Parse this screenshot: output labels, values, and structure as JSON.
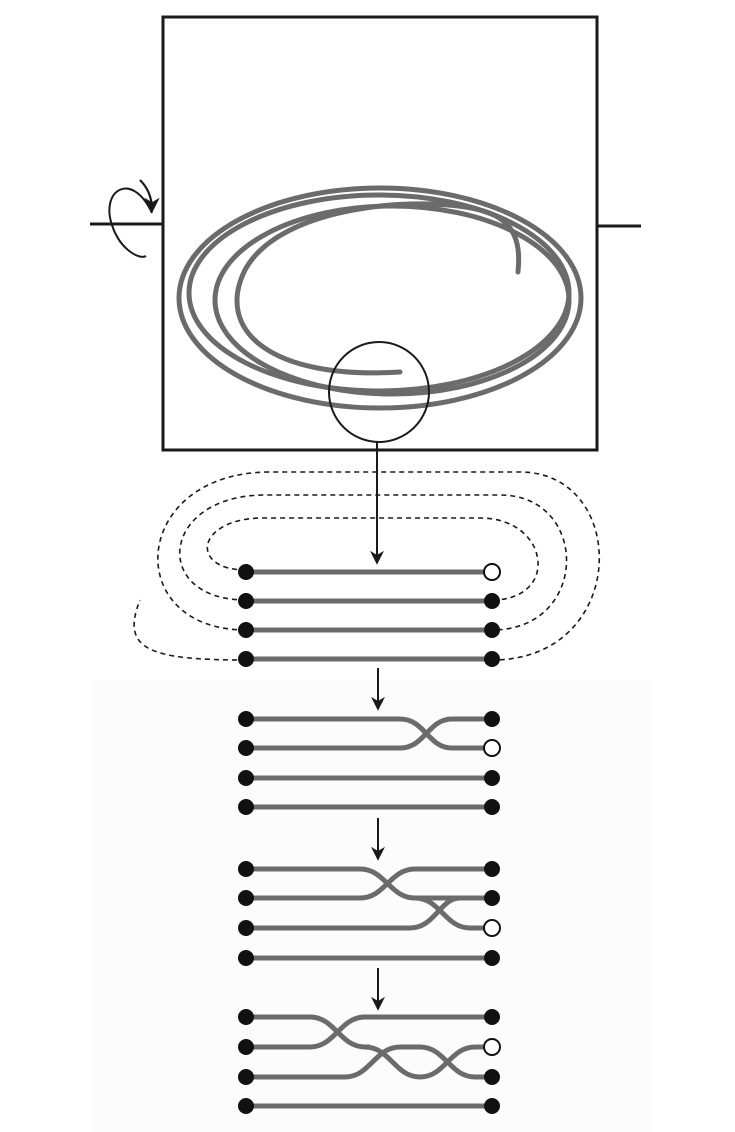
{
  "diagram": {
    "description_text": "",
    "colors": {
      "strand": "#6b6b6b",
      "outline": "#1a1a1a",
      "open_end": "#ffffff"
    },
    "icons": [
      "rotation-arrow-icon",
      "magnifier-circle-icon",
      "down-arrow-icon"
    ],
    "stages": [
      {
        "name": "coiled-strand-box",
        "strands": 4
      },
      {
        "name": "unrolled-parallel-strands",
        "strands": 4,
        "crossings": 0,
        "open_end_row": 1
      },
      {
        "name": "one-crossing",
        "strands": 4,
        "crossings": 1,
        "open_end_row": 2
      },
      {
        "name": "two-crossings",
        "strands": 4,
        "crossings": 2,
        "open_end_row": 3
      },
      {
        "name": "three-crossings",
        "strands": 4,
        "crossings": 3,
        "open_end_row": 2
      }
    ]
  }
}
